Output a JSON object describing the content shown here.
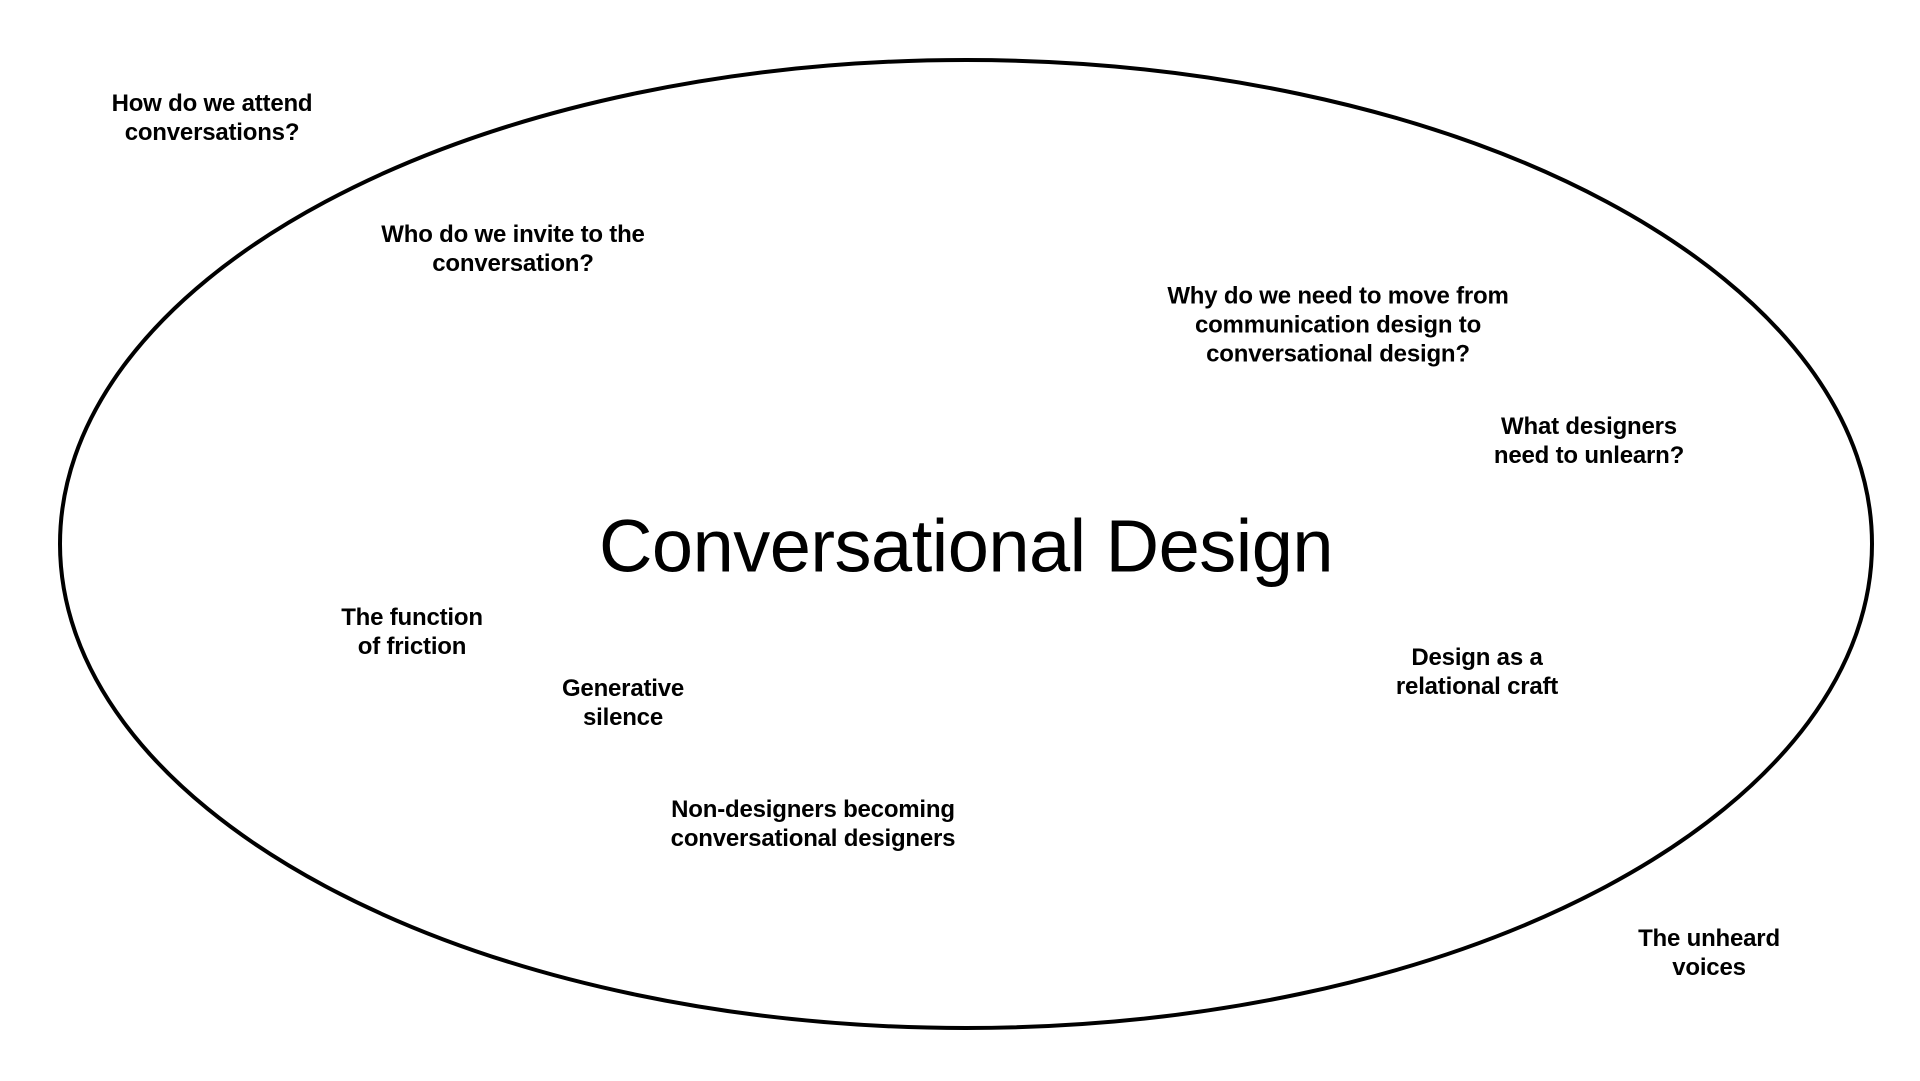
{
  "diagram": {
    "title": "Conversational Design",
    "colors": {
      "background": "#ffffff",
      "ink": "#000000"
    },
    "topics": {
      "attend": [
        "How do we attend",
        "conversations?"
      ],
      "invite": [
        "Who do we invite to the",
        "conversation?"
      ],
      "why_move": [
        "Why do we need to move from",
        "communication design to",
        "conversational design?"
      ],
      "unlearn": [
        "What designers",
        "need to unlearn?"
      ],
      "friction": [
        "The function",
        "of friction"
      ],
      "silence": [
        "Generative",
        "silence"
      ],
      "relational": [
        "Design as a",
        "relational craft"
      ],
      "non_designers": [
        "Non-designers becoming",
        "conversational designers"
      ],
      "unheard": [
        "The unheard",
        "voices"
      ]
    }
  }
}
